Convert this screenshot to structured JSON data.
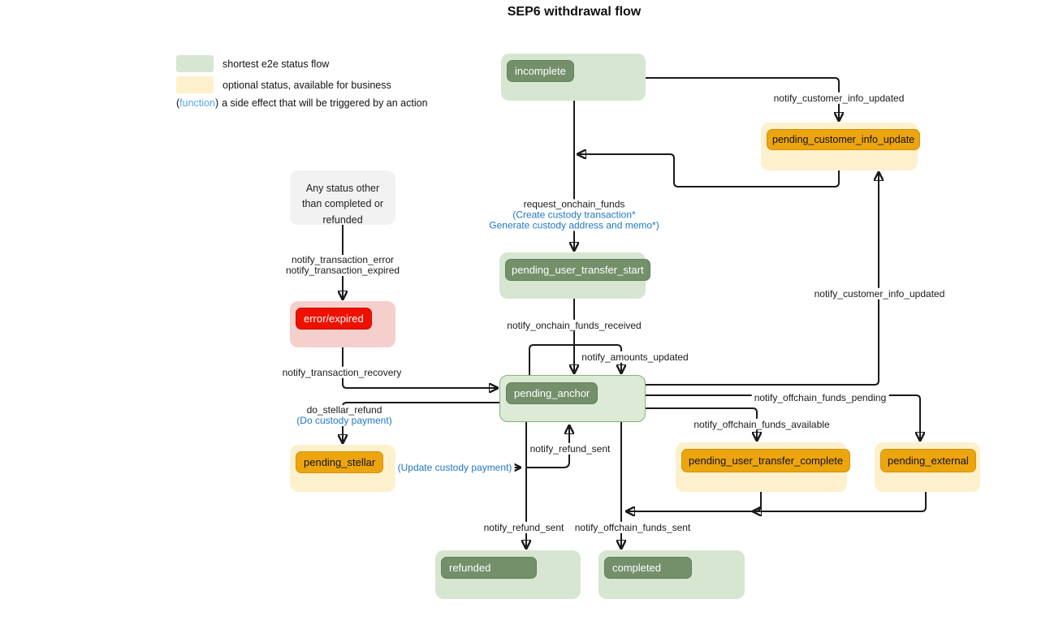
{
  "title": "SEP6 withdrawal flow",
  "legend": {
    "shortest_label": "shortest e2e status flow",
    "optional_label": "optional status, available for business",
    "function_open": "(",
    "function_word": "function",
    "function_close": ")",
    "function_desc": "a side effect that will be triggered by an action"
  },
  "nodes": {
    "incomplete": {
      "label": "incomplete",
      "kind": "shortest-flow-status"
    },
    "pending_customer_info_update": {
      "label": "pending_customer_info_update",
      "kind": "optional-status"
    },
    "any_status": {
      "label": "Any status other than completed or refunded",
      "kind": "note"
    },
    "error_expired": {
      "label": "error/expired",
      "kind": "error-status"
    },
    "pending_user_transfer_start": {
      "label": "pending_user_transfer_start",
      "kind": "shortest-flow-status"
    },
    "pending_anchor": {
      "label": "pending_anchor",
      "kind": "shortest-flow-status"
    },
    "pending_stellar": {
      "label": "pending_stellar",
      "kind": "optional-status"
    },
    "pending_user_transfer_complete": {
      "label": "pending_user_transfer_complete",
      "kind": "optional-status"
    },
    "pending_external": {
      "label": "pending_external",
      "kind": "optional-status"
    },
    "refunded": {
      "label": "refunded",
      "kind": "shortest-flow-status"
    },
    "completed": {
      "label": "completed",
      "kind": "shortest-flow-status"
    }
  },
  "edge_labels": {
    "notify_customer_info_updated_top": "notify_customer_info_updated",
    "request_onchain_funds": "request_onchain_funds",
    "create_custody_transaction": "(Create custody transaction*",
    "generate_custody_address": "Generate custody address and memo*)",
    "notify_transaction_error": "notify_transaction_error",
    "notify_transaction_expired": "notify_transaction_expired",
    "notify_onchain_funds_received": "notify_onchain_funds_received",
    "notify_amounts_updated": "notify_amounts_updated",
    "notify_transaction_recovery": "notify_transaction_recovery",
    "do_stellar_refund": "do_stellar_refund",
    "do_custody_payment": "(Do custody payment)",
    "update_custody_payment": "(Update custody payment)",
    "notify_refund_sent_to_anchor": "notify_refund_sent",
    "notify_offchain_funds_pending": "notify_offchain_funds_pending",
    "notify_offchain_funds_available": "notify_offchain_funds_available",
    "notify_customer_info_updated_right": "notify_customer_info_updated",
    "notify_refund_sent_to_refunded": "notify_refund_sent",
    "notify_offchain_funds_sent": "notify_offchain_funds_sent"
  },
  "colors": {
    "status_green_bg": "#d6e6d1",
    "status_green_fill": "#73906b",
    "anchor_green_border": "#84b17a",
    "optional_yellow_bg": "#fdf0cc",
    "optional_orange_fill": "#eca50f",
    "note_gray_bg": "#f2f2f2",
    "error_pink_bg": "#f5cfcc",
    "error_red_fill": "#ee1100",
    "action_blue": "#1f76c4",
    "function_blue": "#55a5e8",
    "line_black": "#1a1a1a"
  }
}
